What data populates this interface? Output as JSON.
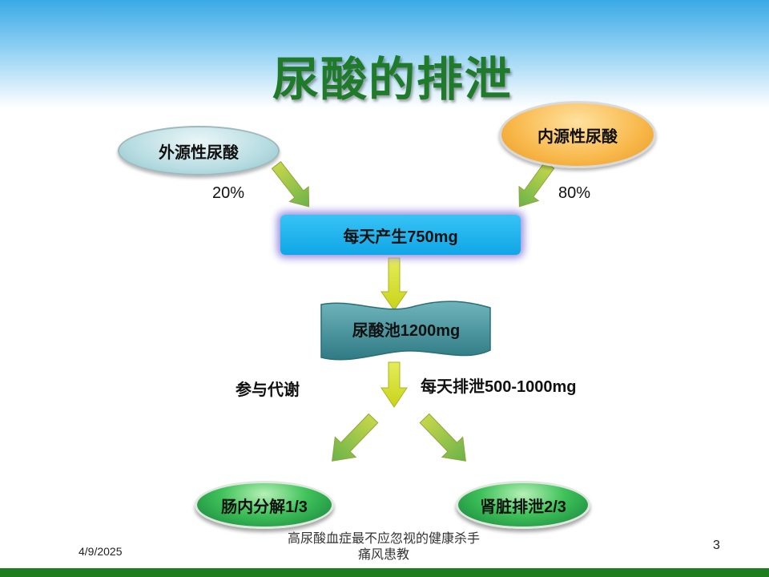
{
  "title": "尿酸的排泄",
  "sources": {
    "exogenous": {
      "label": "外源性尿酸",
      "percent": "20%"
    },
    "endogenous": {
      "label": "内源性尿酸",
      "percent": "80%"
    }
  },
  "daily_production": "每天产生750mg",
  "uric_acid_pool": "尿酸池1200mg",
  "metabolism_label": "参与代谢",
  "daily_excretion": "每天排泄500-1000mg",
  "outputs": {
    "intestine": "肠内分解1/3",
    "kidney": "肾脏排泄2/3"
  },
  "footer": {
    "date": "4/9/2025",
    "title_line1": "高尿酸血症最不应忽视的健康杀手",
    "title_line2": "痛风患教",
    "page": "3"
  },
  "colors": {
    "title_green": "#1f7a2a",
    "bottom_bar": "#1e7d1e",
    "daily_box": "#10a6e6",
    "pool_box": "#3f8f98",
    "endogenous": "#f8b84a",
    "exogenous": "#b8dde2",
    "output_green": "#3fc25a"
  }
}
